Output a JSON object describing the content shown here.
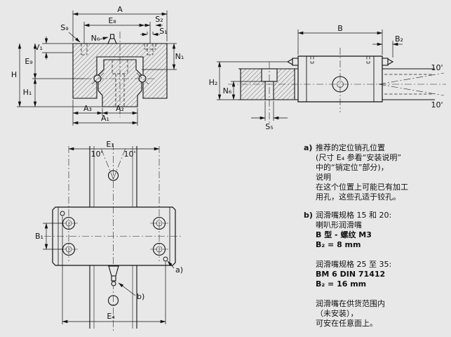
{
  "colors": {
    "background": "#e8e8e8",
    "line": "#111111"
  },
  "views": {
    "front": {
      "labels": {
        "A": "A",
        "E8": "E₈",
        "S9": "S₉",
        "N6": "N₆",
        "S2": "S₂",
        "S1": "S₁",
        "V1": "V₁",
        "E9": "E₉",
        "H": "H",
        "H1": "H₁",
        "N1": "N₁",
        "A3": "A₃",
        "A2": "A₂",
        "A1": "A₁"
      }
    },
    "side": {
      "labels": {
        "B": "B",
        "B2": "B₂",
        "H2": "H₂",
        "N6": "N₆",
        "S5": "S₅",
        "angle_top": "10'",
        "angle_bottom": "10'"
      }
    },
    "top": {
      "labels": {
        "E1": "E₁",
        "B1": "B₁",
        "E4": "E₄",
        "angle_left": "10'",
        "angle_right": "10'",
        "marker_a": "a)",
        "marker_b": "b)"
      }
    }
  },
  "notes": {
    "a": {
      "marker": "a)",
      "lines": [
        "推荐的定位销孔位置",
        "(尺寸 E₄ 参看“安装说明”",
        "中的“销定位”部分)，",
        "说明",
        "在这个位置上可能已有加工",
        "用孔，这些孔适于铰孔。"
      ]
    },
    "b": {
      "marker": "b)",
      "lines": [
        "润滑嘴规格 15 和 20:",
        "喇叭形润滑嘴",
        "B 型 - 螺纹 M3",
        "B₂ = 8 mm",
        "",
        "润滑嘴规格 25 至 35:",
        "BM 6 DIN 71412",
        "B₂ = 16 mm",
        "",
        "润滑嘴在供货范围内",
        "（未安装），",
        "可安在任意面上。"
      ]
    }
  }
}
